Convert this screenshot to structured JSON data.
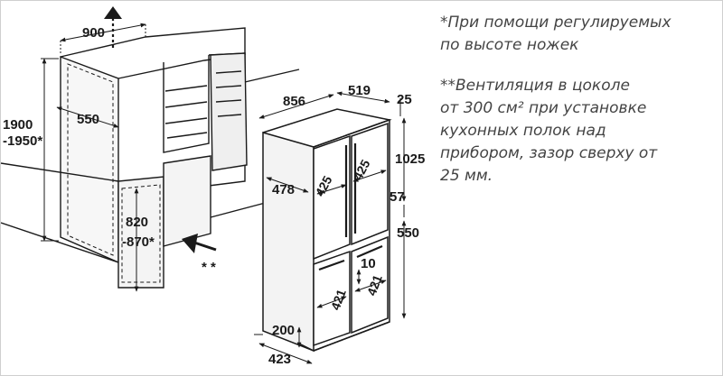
{
  "notes": {
    "note1_line1": "*При помощи регулируемых",
    "note1_line2": "по высоте ножек",
    "note2_line1": "**Вентиляция в цоколе",
    "note2_line2": "от 300 см² при установке",
    "note2_line3": "кухонных полок над",
    "note2_line4": "прибором, зазор сверху от",
    "note2_line5": "25 мм."
  },
  "dimensions": {
    "width_900": "900",
    "depth_550": "550",
    "height_1900": "1900",
    "height_1950": "-1950*",
    "plinth_820": "820",
    "plinth_870": "-870*",
    "vent_mark": "* *",
    "fridge_width": "856",
    "fridge_depth": "519",
    "top_gap": "25",
    "door_width_left": "425",
    "door_width_right": "425",
    "upper_height": "1025",
    "side_478": "478",
    "gap_57": "57",
    "lower_height": "550",
    "drawer_gap": "10",
    "drawer_left": "421",
    "drawer_right": "421",
    "bottom_200": "200",
    "bottom_423": "423"
  }
}
